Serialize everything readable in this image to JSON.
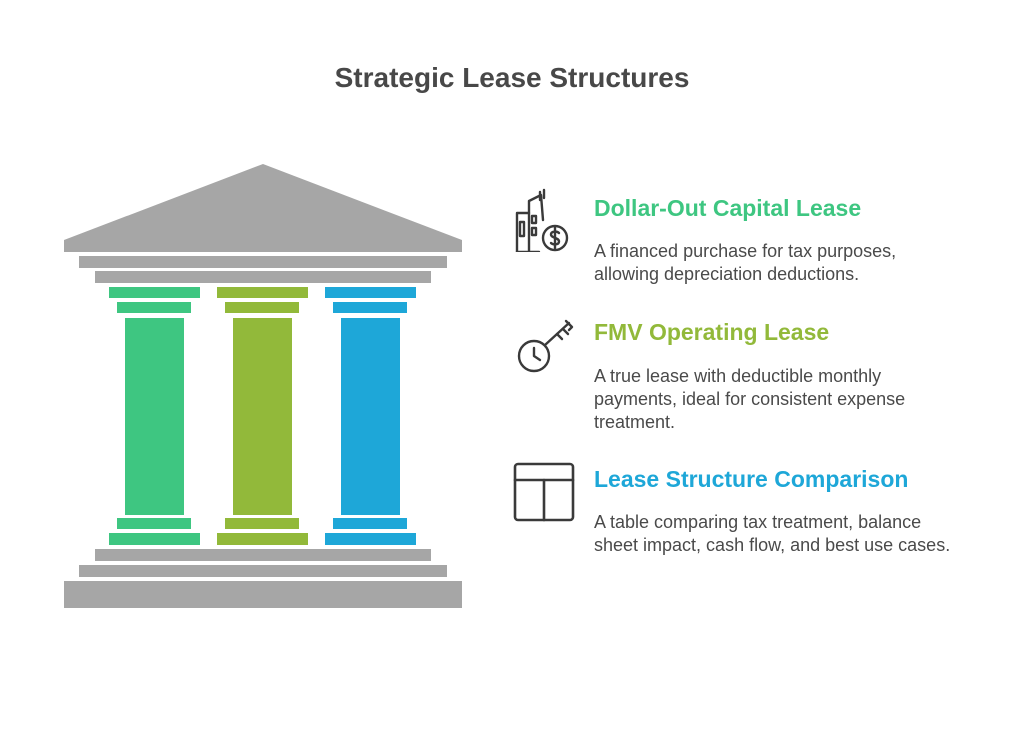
{
  "title": "Strategic Lease Structures",
  "colors": {
    "green": "#3ec681",
    "olive": "#92b93a",
    "blue": "#1ea7d8",
    "gray": "#a6a6a6",
    "icon": "#3a3a3a"
  },
  "items": [
    {
      "title": "Dollar-Out Capital Lease",
      "description": "A financed purchase for tax purposes, allowing depreciation deductions.",
      "icon": "building-dollar-icon",
      "color": "#3ec681"
    },
    {
      "title": "FMV Operating Lease",
      "description": "A true lease with deductible monthly payments, ideal for consistent expense treatment.",
      "icon": "clock-key-icon",
      "color": "#92b93a"
    },
    {
      "title": "Lease Structure Comparison",
      "description": "A table comparing tax treatment, balance sheet impact, cash flow, and best use cases.",
      "icon": "table-icon",
      "color": "#1ea7d8"
    }
  ]
}
